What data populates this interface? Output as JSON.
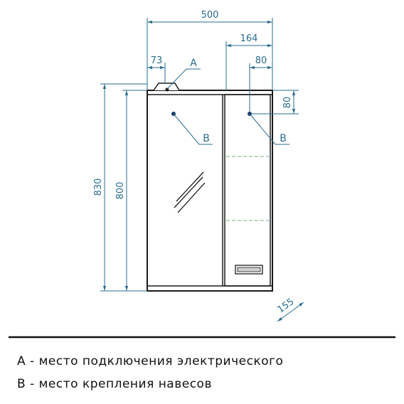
{
  "dimensions": {
    "total_width": "500",
    "right_section_width": "164",
    "left_offset": "73",
    "right_offset": "80",
    "top_offset": "80",
    "total_height": "830",
    "door_height": "800",
    "depth": "155"
  },
  "markers": {
    "a": "A",
    "b_left": "B",
    "b_right": "B"
  },
  "legend": {
    "a": "А - место подключения электрического",
    "b": "В - место крепления навесов"
  },
  "colors": {
    "dimension": "#2a6d8f",
    "outline": "#1a1a1a",
    "shelf": "#8cc08c"
  }
}
